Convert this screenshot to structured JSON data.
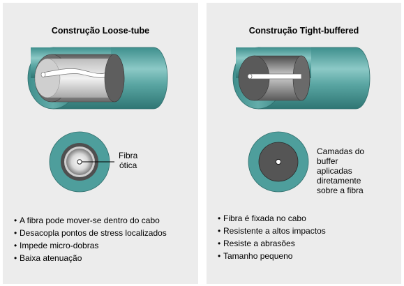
{
  "panels": {
    "loose": {
      "title": "Construção Loose-tube",
      "callout": [
        "Fibra",
        "ótica"
      ],
      "features": [
        "A fibra pode mover-se dentro do cabo",
        "Desacopla pontos de stress localizados",
        "Impede micro-dobras",
        "Baixa atenuação"
      ]
    },
    "tight": {
      "title": "Construção Tight-buffered",
      "callout": [
        "Camadas do",
        "buffer",
        "aplicadas",
        "diretamente",
        "sobre a fibra"
      ],
      "features": [
        "Fibra é fixada no cabo",
        "Resistente a altos impactos",
        "Resiste a abrasões",
        "Tamanho pequeno"
      ]
    }
  },
  "colors": {
    "jacket": "#4e9e9c",
    "jacket_dark": "#2f7a78",
    "buffer_dark": "#4f4f4f",
    "panel_bg": "#ececec"
  }
}
